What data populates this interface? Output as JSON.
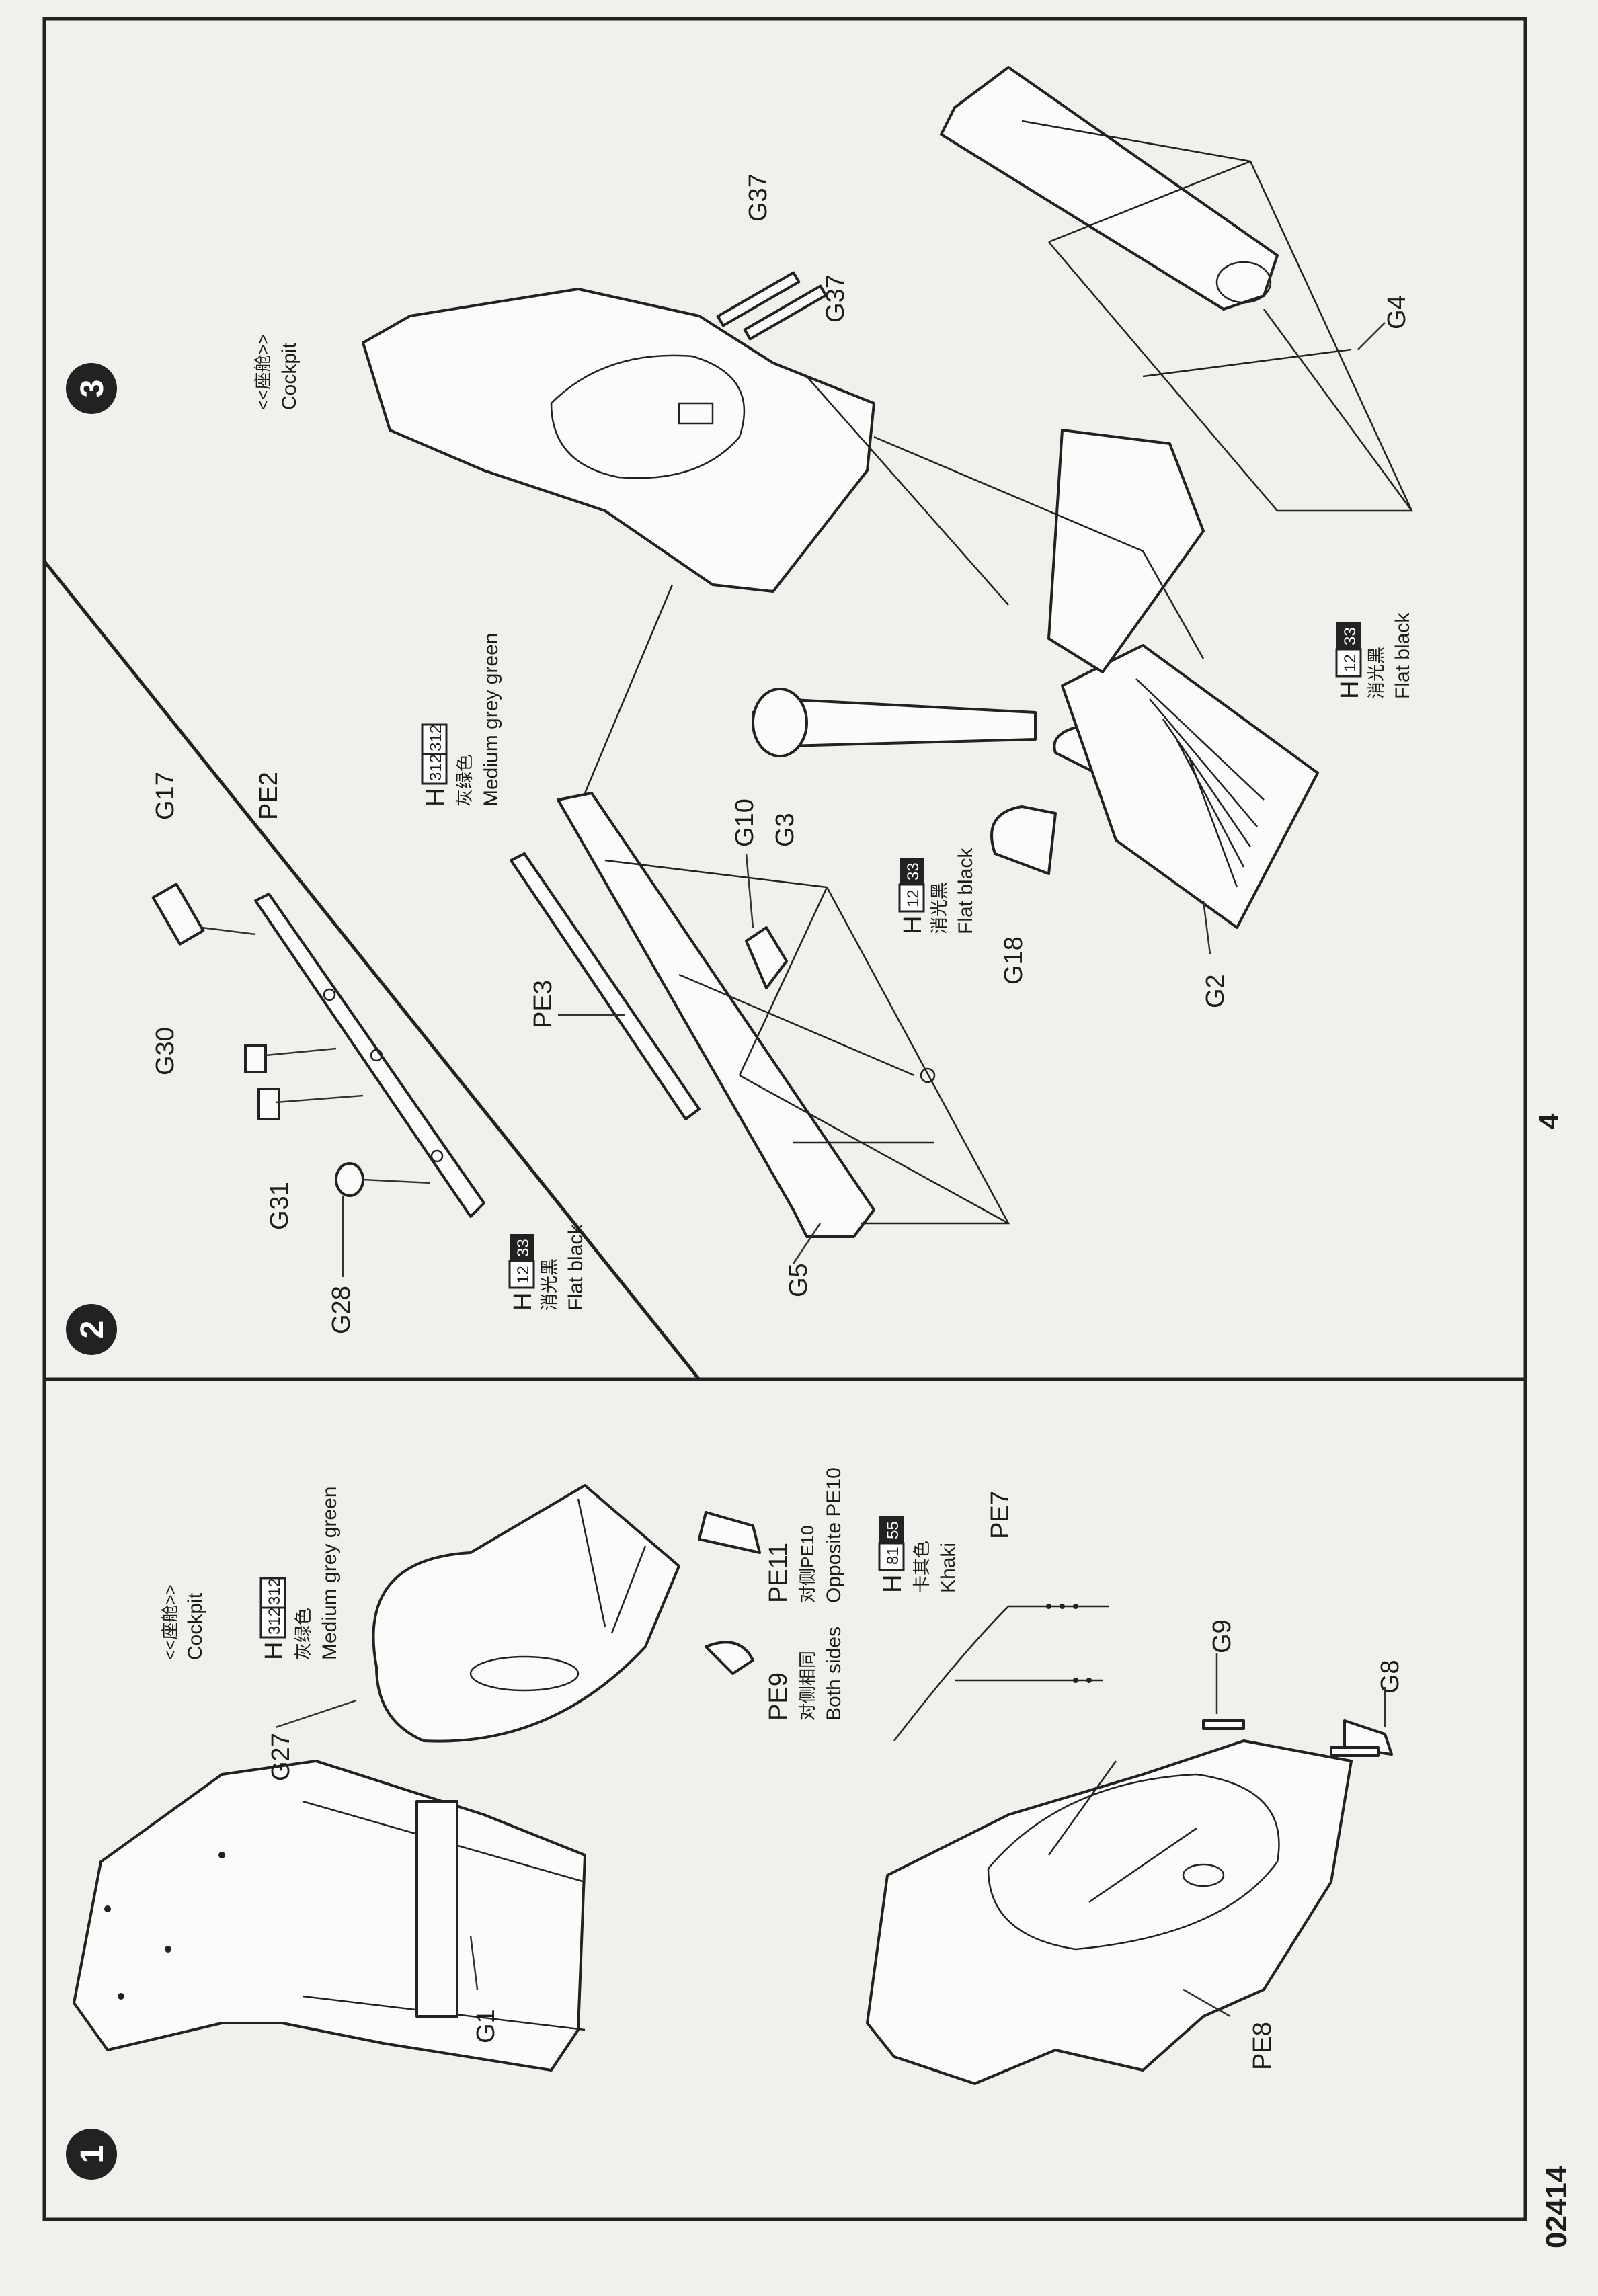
{
  "page": {
    "code": "02414",
    "number": "4"
  },
  "steps": [
    {
      "number": "1",
      "title_cn": "<<座舱>>",
      "title_en": "Cockpit",
      "parts": [
        "G27",
        "G1",
        "PE11",
        "PE9",
        "PE7",
        "PE8",
        "G9",
        "G8"
      ],
      "paint": [
        {
          "h": "H",
          "codes": [
            "312",
            "312"
          ],
          "cn": "灰绿色",
          "en": "Medium grey green"
        },
        {
          "h": "H",
          "codes": [
            "81",
            "55"
          ],
          "cn": "卡其色",
          "en": "Khaki"
        }
      ],
      "notes": {
        "pe11_cn": "对侧PE10",
        "pe11_en": "Opposite PE10",
        "pe9_cn": "对侧相同",
        "pe9_en": "Both sides"
      }
    },
    {
      "number": "2",
      "parts": [
        "G17",
        "PE2",
        "G30",
        "G31",
        "G28",
        "PE3",
        "G10",
        "G3",
        "G18",
        "G5",
        "G2"
      ],
      "paint": [
        {
          "h": "H",
          "codes": [
            "12",
            "33"
          ],
          "cn": "消光黑",
          "en": "Flat black"
        },
        {
          "h": "H",
          "codes": [
            "312",
            "312"
          ],
          "cn": "灰绿色",
          "en": "Medium grey green"
        },
        {
          "h": "H",
          "codes": [
            "12",
            "33"
          ],
          "cn": "消光黑",
          "en": "Flat black"
        }
      ]
    },
    {
      "number": "3",
      "title_cn": "<<座舱>>",
      "title_en": "Cockpit",
      "parts": [
        "G37",
        "G37",
        "G4"
      ],
      "paint": [
        {
          "h": "H",
          "codes": [
            "12",
            "33"
          ],
          "cn": "消光黑",
          "en": "Flat black"
        }
      ]
    }
  ]
}
